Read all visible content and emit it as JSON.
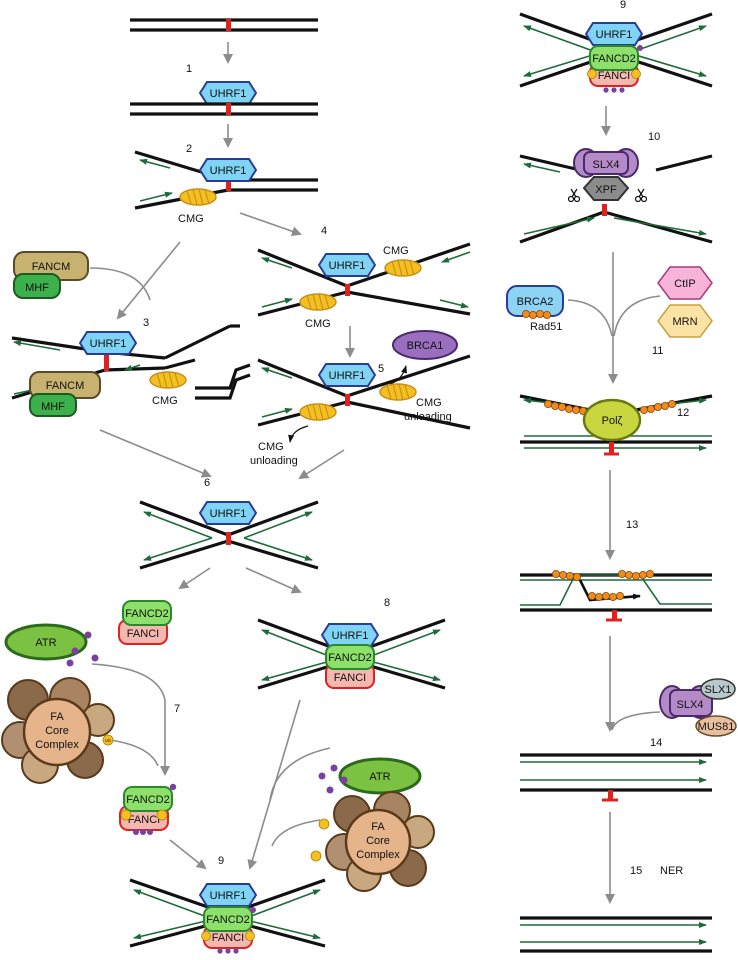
{
  "labels": {
    "uhrf1": "UHRF1",
    "cmg": "CMG",
    "fancm": "FANCM",
    "mhf": "MHF",
    "brca1": "BRCA1",
    "cmg_unloading_1": "CMG",
    "cmg_unloading_2": "unloading",
    "fancd2": "FANCD2",
    "fanci": "FANCI",
    "atr": "ATR",
    "fa_core_1": "FA",
    "fa_core_2": "Core",
    "fa_core_3": "Complex",
    "ub": "Ub",
    "p": "P",
    "slx4": "SLX4",
    "xpf": "XPF",
    "brca2": "BRCA2",
    "rad51": "Rad51",
    "ctip": "CtIP",
    "mrn": "MRN",
    "polz": "Polζ",
    "slx1": "SLX1",
    "mus81": "MUS81",
    "ner": "NER"
  },
  "steps": [
    "1",
    "2",
    "3",
    "4",
    "5",
    "6",
    "7",
    "8",
    "9",
    "10",
    "11",
    "12",
    "13",
    "14",
    "15"
  ],
  "colors": {
    "dna": "#111111",
    "nascent_strand": "#1d6b3a",
    "lesion": "#e0211d",
    "uhrf1": "#7fd3f4",
    "cmg": "#f4c020",
    "fancd2": "#8de06a",
    "fanci": "#f4b8b0",
    "atr": "#7cc242",
    "fa_core": "#c8a06a",
    "fancm": "#c8b270",
    "mhf": "#3cb04a",
    "brca1": "#9b6fc0",
    "slx4": "#b58ac8",
    "xpf": "#8c8c8c",
    "brca2": "#8dd3f4",
    "rad51": "#f08c1e",
    "ctip": "#f7b4d8",
    "mrn": "#fbe3a6",
    "polz": "#c8d640",
    "slx1": "#b9c8cc",
    "mus81": "#e8c0a0"
  },
  "icons": [
    "scissors-icon",
    "arrow-icon",
    "ubiquitin-icon",
    "phosphate-icon"
  ]
}
